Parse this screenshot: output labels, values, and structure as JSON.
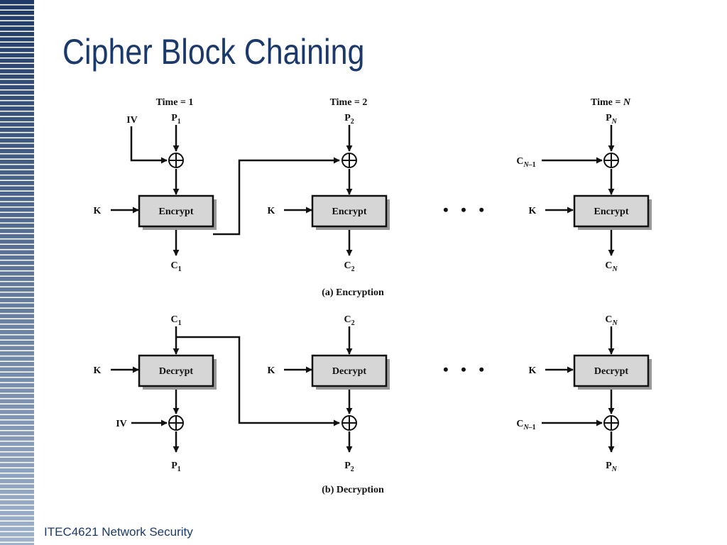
{
  "slide": {
    "title": "Cipher Block Chaining",
    "footer": "ITEC4621 Network Security"
  },
  "colors": {
    "title": "#1b3a6b",
    "stripe_dark": "#1f3a66",
    "stripe_light": "#9fb2cc",
    "box_fill": "#d6d6d6",
    "box_shadow": "#9a9a9a"
  },
  "diagram": {
    "encryption": {
      "time_labels": [
        "Time = 1",
        "Time = 2",
        "Time = N"
      ],
      "plaintexts": [
        "P1",
        "P2",
        "PN"
      ],
      "iv_label": "IV",
      "key_label": "K",
      "chain_in_label": "CN–1",
      "box_label": "Encrypt",
      "ciphertexts": [
        "C1",
        "C2",
        "CN"
      ],
      "caption": "(a) Encryption"
    },
    "decryption": {
      "ciphertexts": [
        "C1",
        "C2",
        "CN"
      ],
      "key_label": "K",
      "box_label": "Decrypt",
      "iv_label": "IV",
      "chain_in_label": "CN–1",
      "plaintexts": [
        "P1",
        "P2",
        "PN"
      ],
      "caption": "(b) Decryption"
    },
    "ellipsis": "• • •"
  }
}
